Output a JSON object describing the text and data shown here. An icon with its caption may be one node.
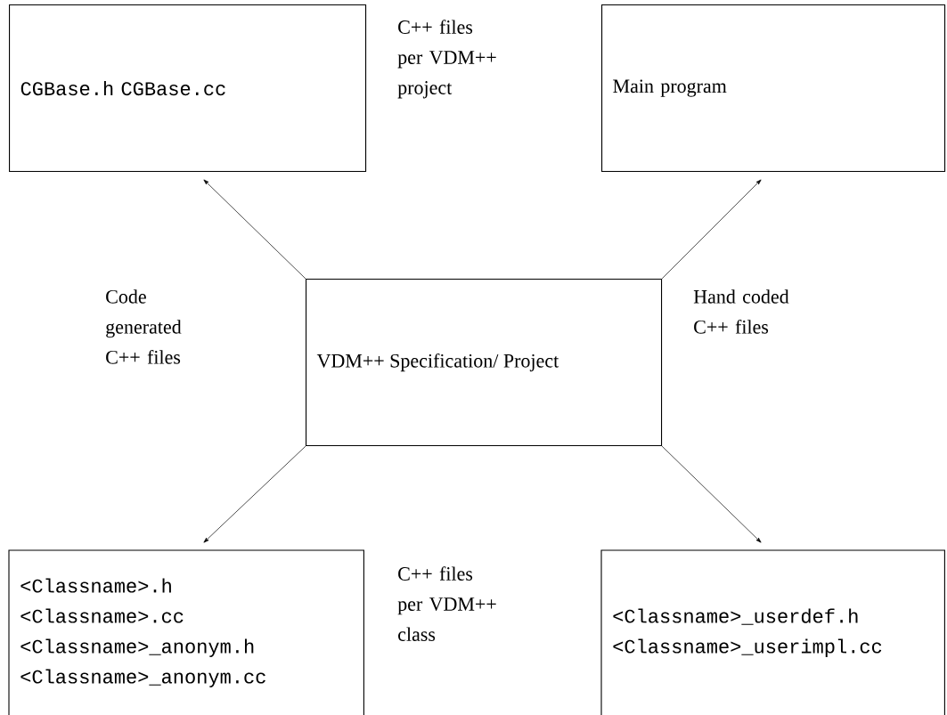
{
  "diagram": {
    "nodes": [
      {
        "text": [
          "CGBase.h CGBase.cc"
        ]
      },
      {
        "text": [
          "Main program"
        ]
      },
      {
        "text": [
          "VDM++ Specification/ Project"
        ]
      },
      {
        "text": [
          "<Classname>.h",
          "<Classname>.cc",
          "<Classname>_anonym.h",
          "<Classname>_anonym.cc"
        ]
      },
      {
        "text": [
          "<Classname>_userdef.h",
          "<Classname>_userimpl.cc"
        ]
      }
    ],
    "edges": [
      {
        "from": 2,
        "to": 0,
        "arrow": "to"
      },
      {
        "from": 2,
        "to": 1,
        "arrow": "to"
      },
      {
        "from": 2,
        "to": 3,
        "arrow": "to"
      },
      {
        "from": 2,
        "to": 4,
        "arrow": "to"
      }
    ],
    "labels": [
      "C++ files per VDM++ project",
      "Code generated C++ files",
      "Hand coded C++ files",
      "C++ files per VDM++ class"
    ]
  }
}
